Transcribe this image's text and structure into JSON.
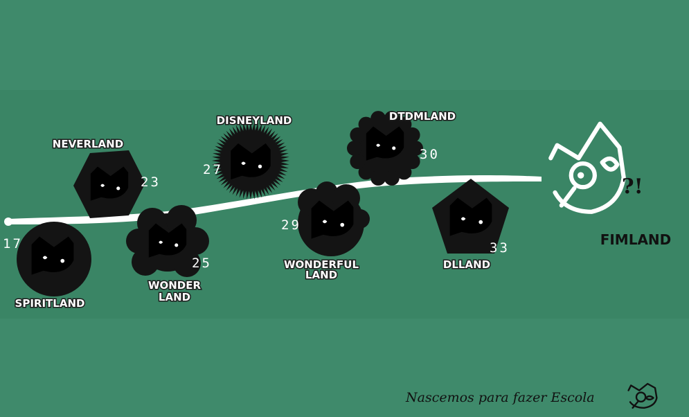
{
  "lands": [
    {
      "name": "NEVERLAND",
      "lines": [
        "NEVERLAND"
      ],
      "number": "23",
      "shape": "hexagon"
    },
    {
      "name": "SPIRITLAND",
      "lines": [
        "SPIRITLAND"
      ],
      "number": "17",
      "shape": "circle"
    },
    {
      "name": "WONDER LAND",
      "lines": [
        "WONDER",
        "LAND"
      ],
      "number": "25",
      "shape": "cloud"
    },
    {
      "name": "DISNEYLAND",
      "lines": [
        "DISNEYLAND"
      ],
      "number": "27",
      "shape": "spiky"
    },
    {
      "name": "WONDERFUL LAND",
      "lines": [
        "WONDERFUL",
        "LAND"
      ],
      "number": "29",
      "shape": "blob"
    },
    {
      "name": "DTDMLAND",
      "lines": [
        "DTDMLAND"
      ],
      "number": "30",
      "shape": "scalloped"
    },
    {
      "name": "DLLAND",
      "lines": [
        "DLLAND"
      ],
      "number": "33",
      "shape": "pentagon"
    }
  ],
  "final": {
    "label": "FIMLAND",
    "marks": "?!"
  },
  "footer": {
    "slogan": "Nascemos para fazer Escola"
  },
  "colors": {
    "background": "#3f8a6b",
    "badge": "#141414",
    "path": "#ffffff"
  },
  "icons": [
    "mascot-logo-icon"
  ]
}
